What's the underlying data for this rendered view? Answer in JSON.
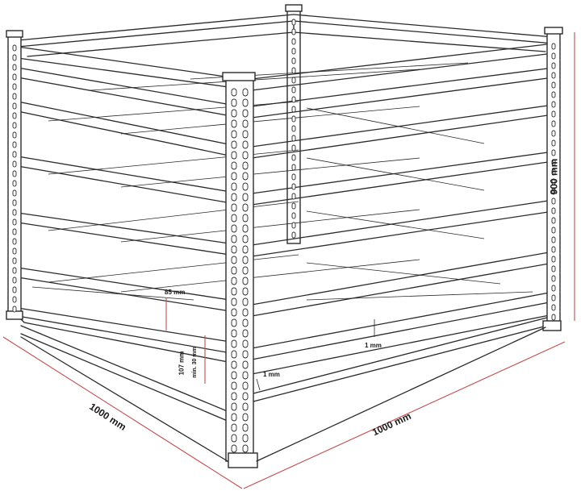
{
  "dimensions": {
    "height": "900 mm",
    "depth": "1000 mm",
    "width": "1000 mm",
    "beam_height": "85 mm",
    "beam_gap": "107 mm",
    "min_gap": "min. 30 mm",
    "thickness_front": "1 mm",
    "thickness_back": "1 mm"
  },
  "colors": {
    "line": "#2a2a2a",
    "dimension_line": "#c05050",
    "fill": "#ffffff"
  }
}
